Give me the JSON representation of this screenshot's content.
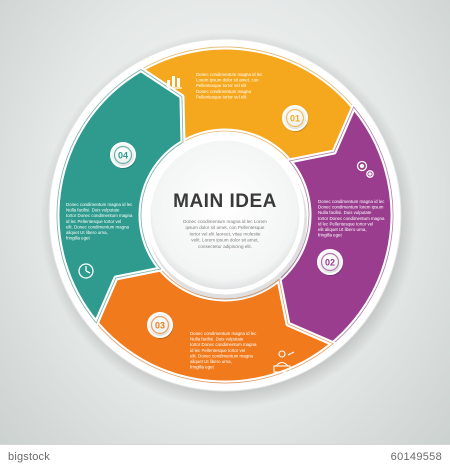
{
  "main_title": "MAIN IDEA",
  "center_text": "Donec condimentum magna id lec Lorem ipsum dolor sit amet, con Pellentesque tortor vel elit laoreet, vitae molestie velit. Lorem ipsum dolor sit amet, consectetur adipiscing elit.",
  "segments": [
    {
      "number": "01",
      "color": "#f5a81e",
      "dark": "#d4880a",
      "icon": "chart-icon",
      "text": "Donec condimentum magna id lec Lorem ipsum dolor sit amet, con Pellentesque tortor vel elit Donec condimentum magna Pellentesque tortor vel elit"
    },
    {
      "number": "02",
      "color": "#9a3d8f",
      "dark": "#7a2a71",
      "icon": "gears-icon",
      "text": "Donec condimentum magna id lec Donec condimentum lorem ipsum Nulla facilisi. Duis vulputate tortor Donec condimentum magna id lec Pellentesque tortor vel elit aliquet Ut libero urna, fringilla eget"
    },
    {
      "number": "03",
      "color": "#f07a1c",
      "dark": "#cf5f0a",
      "icon": "presenter-icon",
      "text": "Donec condimentum magna id lec Nulla facilisi. Duis vulputate tortor Donec condimentum magna id lec Pellentesque tortor vel elit. Donec condimentum magna aliquet Ut libero urna, fringilla eget"
    },
    {
      "number": "04",
      "color": "#2e9b8e",
      "dark": "#1f7a6f",
      "icon": "clock-icon",
      "text": "Donec condimentum magna id lec Nulla facilisi. Duis vulputate tortor Donec condimentum magna id lec Pellentesque tortor vel elit. Donec condimentum magna aliquet Ut libero urna, fringilla eget"
    }
  ],
  "watermark": {
    "brand": "bigstock",
    "id": "60149558"
  }
}
